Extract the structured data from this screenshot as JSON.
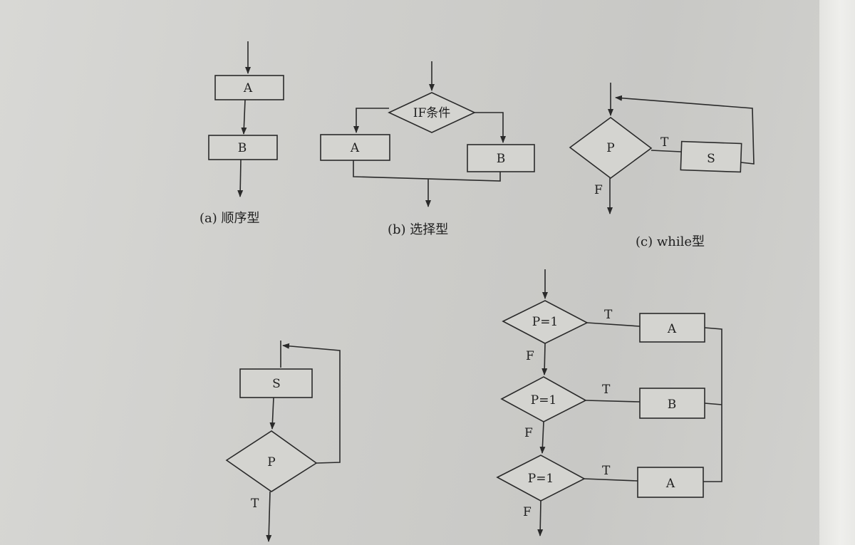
{
  "panel_a": {
    "box1": "A",
    "box2": "B",
    "caption": "(a) 顺序型"
  },
  "panel_b": {
    "condition": "IF条件",
    "box_left": "A",
    "box_right": "B",
    "caption": "(b) 选择型"
  },
  "panel_c": {
    "condition": "P",
    "true_label": "T",
    "false_label": "F",
    "body": "S",
    "caption": "(c) while型"
  },
  "panel_d": {
    "body": "S",
    "condition": "P",
    "true_label": "T"
  },
  "panel_e": {
    "rows": [
      {
        "condition": "P=1",
        "true_label": "T",
        "action": "A",
        "false_label": "F"
      },
      {
        "condition": "P=1",
        "true_label": "T",
        "action": "B",
        "false_label": "F"
      },
      {
        "condition": "P=1",
        "true_label": "T",
        "action": "A",
        "false_label": "F"
      }
    ]
  }
}
